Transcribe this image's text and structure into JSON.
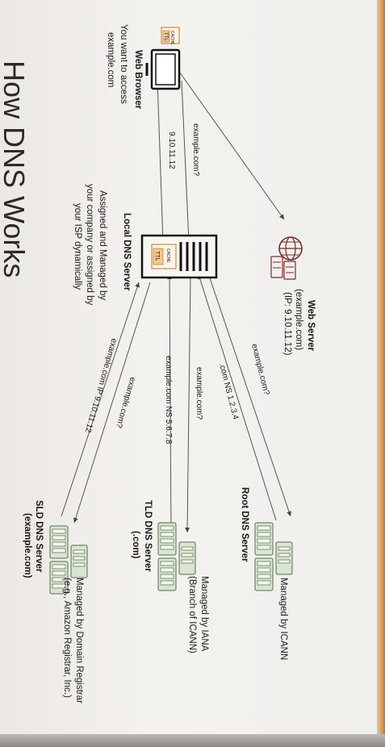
{
  "title": "How DNS Works",
  "web_server": {
    "name": "Web Server",
    "domain": "(example.com)",
    "ip": "(IP: 9.10.11.12)"
  },
  "root_dns": {
    "name": "Root DNS Server",
    "note": "Managed by ICANN"
  },
  "tld_dns": {
    "name": "TLD DNS Server",
    "sub": "(.com)",
    "note1": "Managed by IANA",
    "note2": "(Branch of ICANN)"
  },
  "sld_dns": {
    "name": "SLD DNS Server",
    "sub": "(example.com)",
    "note1": "Managed by Domain Registrar",
    "note2": "(e.g., Amazon Registrar, Inc.)"
  },
  "local_dns": {
    "name": "Local DNS Server",
    "note1": "Assigned and Managed by",
    "note2": "your company or assigned by",
    "note3": "your ISP dynamically",
    "cache": "CACHE",
    "ttl": "TTL"
  },
  "browser": {
    "name": "Web Browser",
    "note1": "You want to access",
    "note2": "example.com",
    "cache": "CACHE",
    "ttl": "TTL"
  },
  "messages": {
    "browser_query": "example.com?",
    "browser_answer": "9.10.11.12",
    "root_query": "example.com?",
    "root_answer": ".com NS 1.2.3.4",
    "tld_query": "example.com?",
    "tld_answer": "example.com NS 5.6.7.8",
    "sld_query": "example.com?",
    "sld_answer": "example.com IP 9.10.11.12"
  }
}
